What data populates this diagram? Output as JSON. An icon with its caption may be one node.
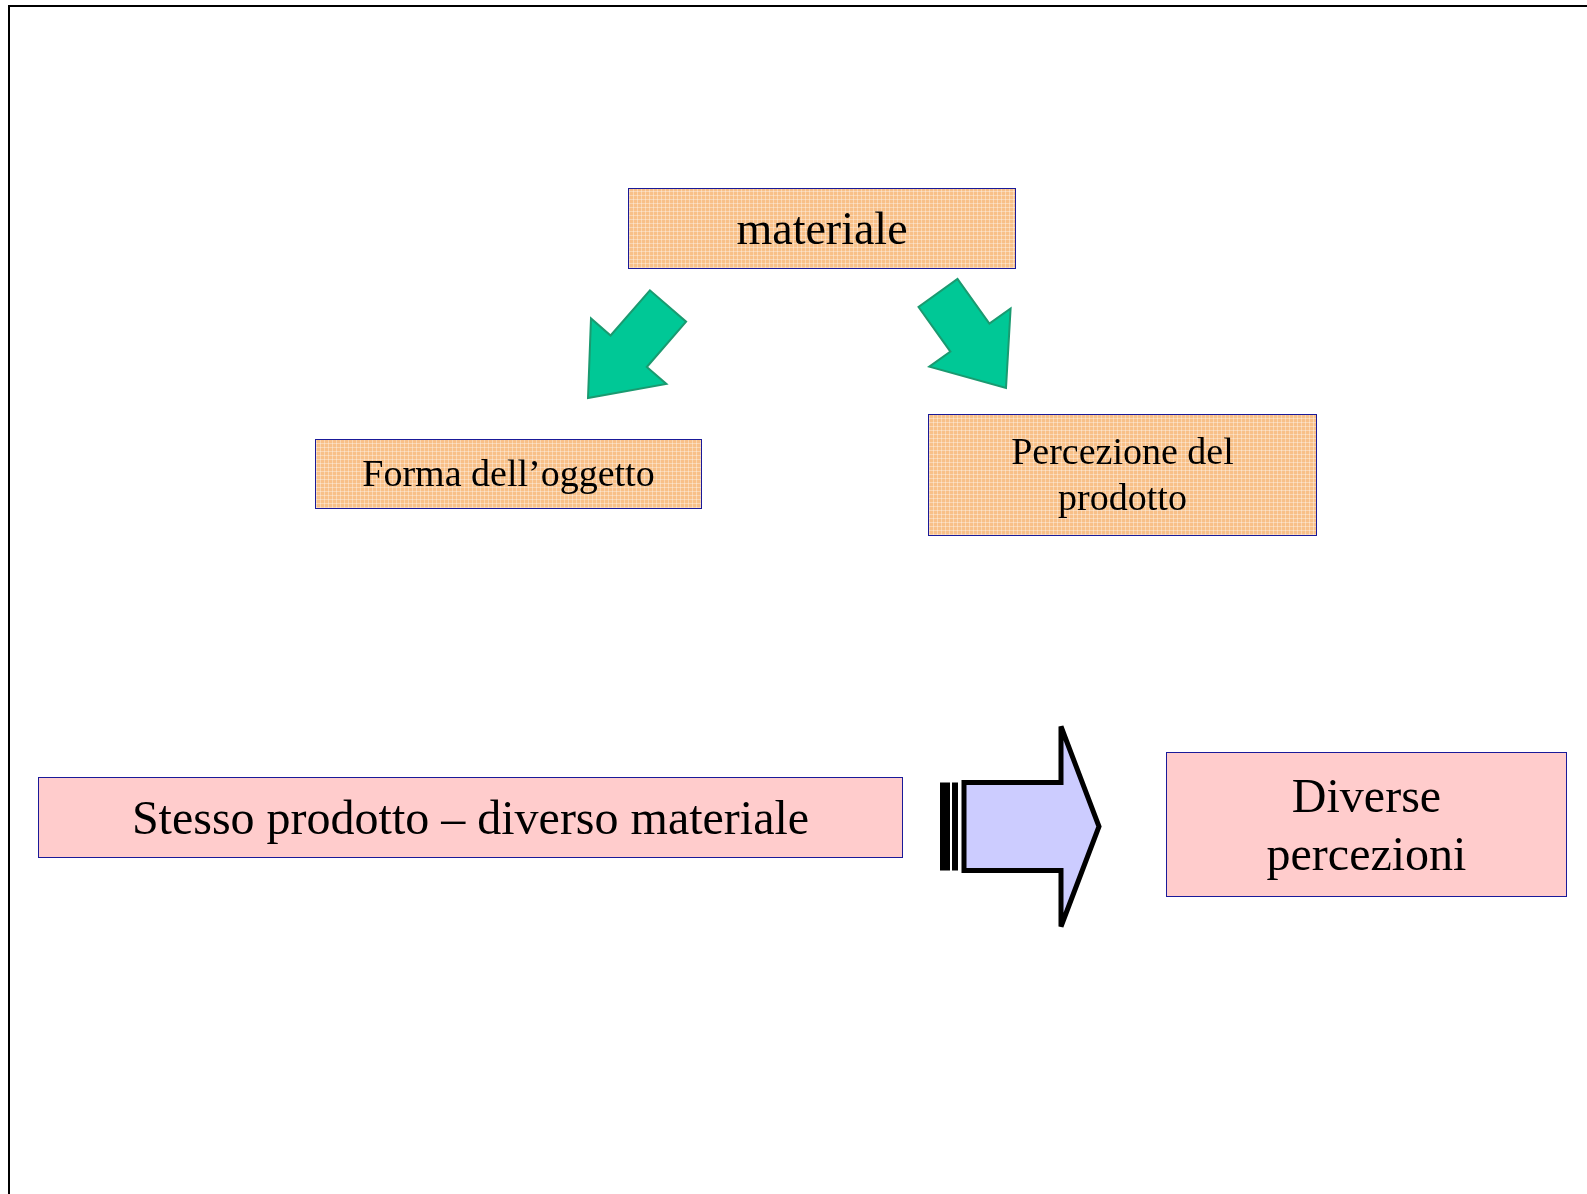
{
  "diagram": {
    "nodes": [
      {
        "text": [
          "materiale"
        ]
      },
      {
        "text": [
          "Forma dell’oggetto"
        ]
      },
      {
        "text": [
          "Percezione del prodotto"
        ]
      },
      {
        "text": [
          "Stesso prodotto – diverso materiale"
        ]
      },
      {
        "text": [
          "Diverse percezioni"
        ]
      }
    ],
    "edges": [
      {
        "from": 0,
        "to": 1,
        "arrow": "to"
      },
      {
        "from": 0,
        "to": 2,
        "arrow": "to"
      },
      {
        "from": 3,
        "to": 4,
        "arrow": "to",
        "style": "thick",
        "color": "#ccccff"
      }
    ]
  }
}
